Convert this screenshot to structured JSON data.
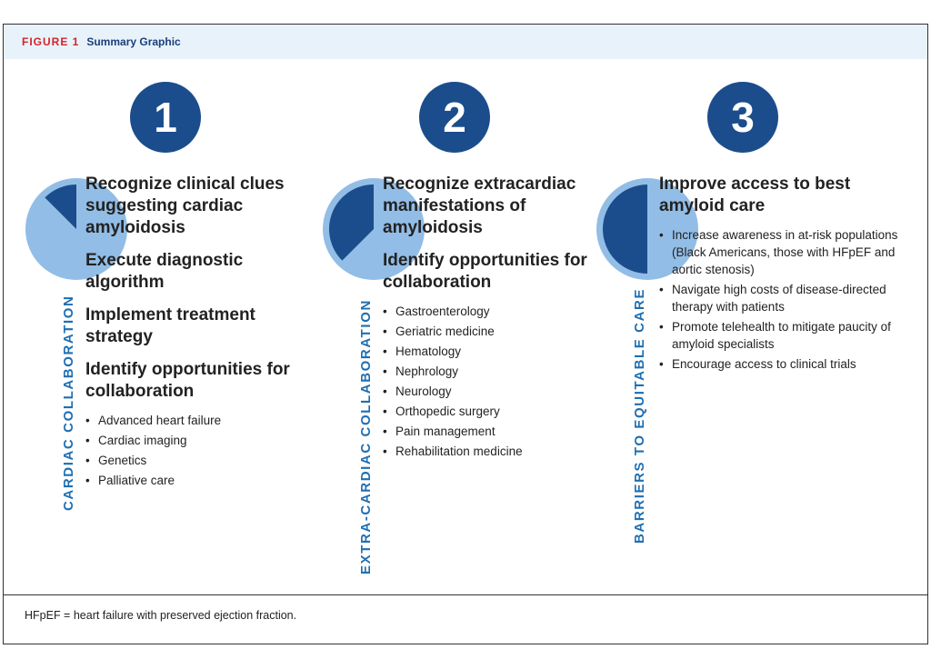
{
  "figure": {
    "label": "FIGURE 1",
    "title": "Summary Graphic"
  },
  "colors": {
    "dark_blue": "#1b4d8c",
    "light_blue": "#92bde6",
    "label_blue": "#1f6fb2",
    "figure_red": "#d4232a",
    "header_bg": "#e8f2fb"
  },
  "columns": [
    {
      "number": "1",
      "side_label": "CARDIAC COLLABORATION",
      "pie_fraction": 0.125,
      "headings": [
        "Recognize clinical clues suggesting cardiac amyloidosis",
        "Execute diagnostic algorithm",
        "Implement treatment strategy",
        "Identify opportunities for collaboration"
      ],
      "bullets": [
        "Advanced heart failure",
        "Cardiac imaging",
        "Genetics",
        "Palliative care"
      ]
    },
    {
      "number": "2",
      "side_label": "EXTRA-CARDIAC COLLABORATION",
      "pie_fraction": 0.375,
      "headings": [
        "Recognize extracardiac manifestations of amyloidosis",
        "Identify opportunities for collaboration"
      ],
      "bullets": [
        "Gastroenterology",
        "Geriatric medicine",
        "Hematology",
        "Nephrology",
        "Neurology",
        "Orthopedic surgery",
        "Pain management",
        "Rehabilitation medicine"
      ]
    },
    {
      "number": "3",
      "side_label": "BARRIERS TO EQUITABLE CARE",
      "pie_fraction": 0.5,
      "headings": [
        "Improve access to best amyloid care"
      ],
      "bullets": [
        "Increase awareness in at-risk populations (Black Americans, those with HFpEF and aortic stenosis)",
        "Navigate high costs of disease-directed therapy with patients",
        "Promote telehealth to mitigate paucity of amyloid specialists",
        "Encourage access to clinical trials"
      ]
    }
  ],
  "footnote": "HFpEF = heart failure with preserved ejection fraction."
}
